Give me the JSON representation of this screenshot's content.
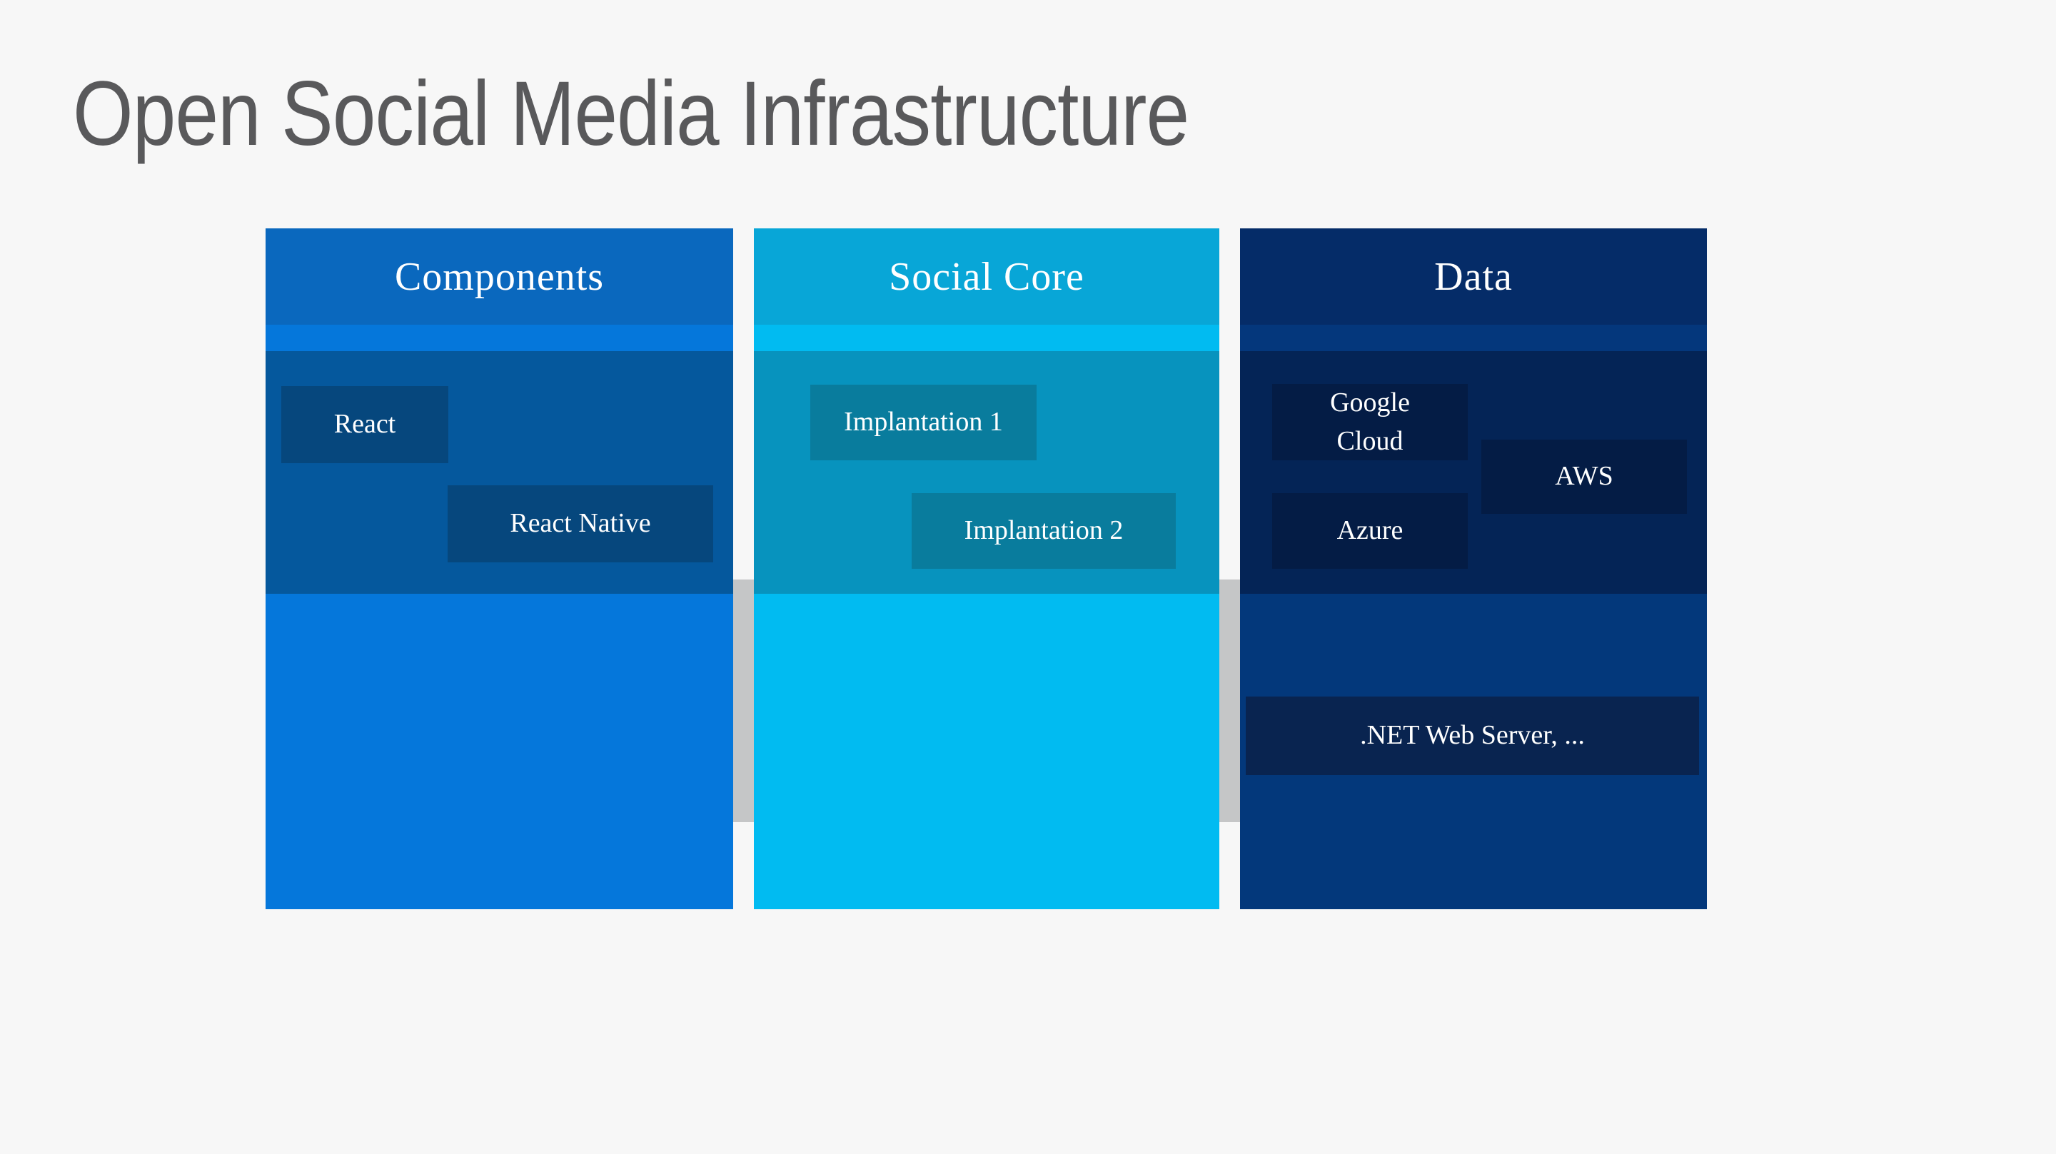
{
  "slide": {
    "title": "Open Social Media Infrastructure",
    "title_color": "#59595B",
    "background_color": "#F7F7F7"
  },
  "band_overlay": {
    "gap_color": "#C5C6C7"
  },
  "columns": [
    {
      "id": "components",
      "header_label": "Components",
      "colors": {
        "header": "#0A68BE",
        "accent": "#0577DB",
        "band": "#05589D",
        "body": "#0577DB",
        "box": "#06477D"
      },
      "boxes": [
        {
          "label": "React"
        },
        {
          "label": "React Native"
        }
      ]
    },
    {
      "id": "social-core",
      "header_label": "Social Core",
      "colors": {
        "header": "#08A6D7",
        "accent": "#01BBF1",
        "band": "#0793BE",
        "body": "#01BBF1",
        "box": "#097C9D"
      },
      "boxes": [
        {
          "label": "Implantation 1"
        },
        {
          "label": "Implantation 2"
        }
      ]
    },
    {
      "id": "data",
      "header_label": "Data",
      "colors": {
        "header": "#052C68",
        "accent": "#04377C",
        "band": "#042456",
        "body": "#03387B",
        "box": "#041C45",
        "wide_box": "#092450"
      },
      "boxes": [
        {
          "label": "Google\nCloud"
        },
        {
          "label": "AWS"
        },
        {
          "label": "Azure"
        },
        {
          "label": ".NET Web Server, ..."
        }
      ]
    }
  ]
}
